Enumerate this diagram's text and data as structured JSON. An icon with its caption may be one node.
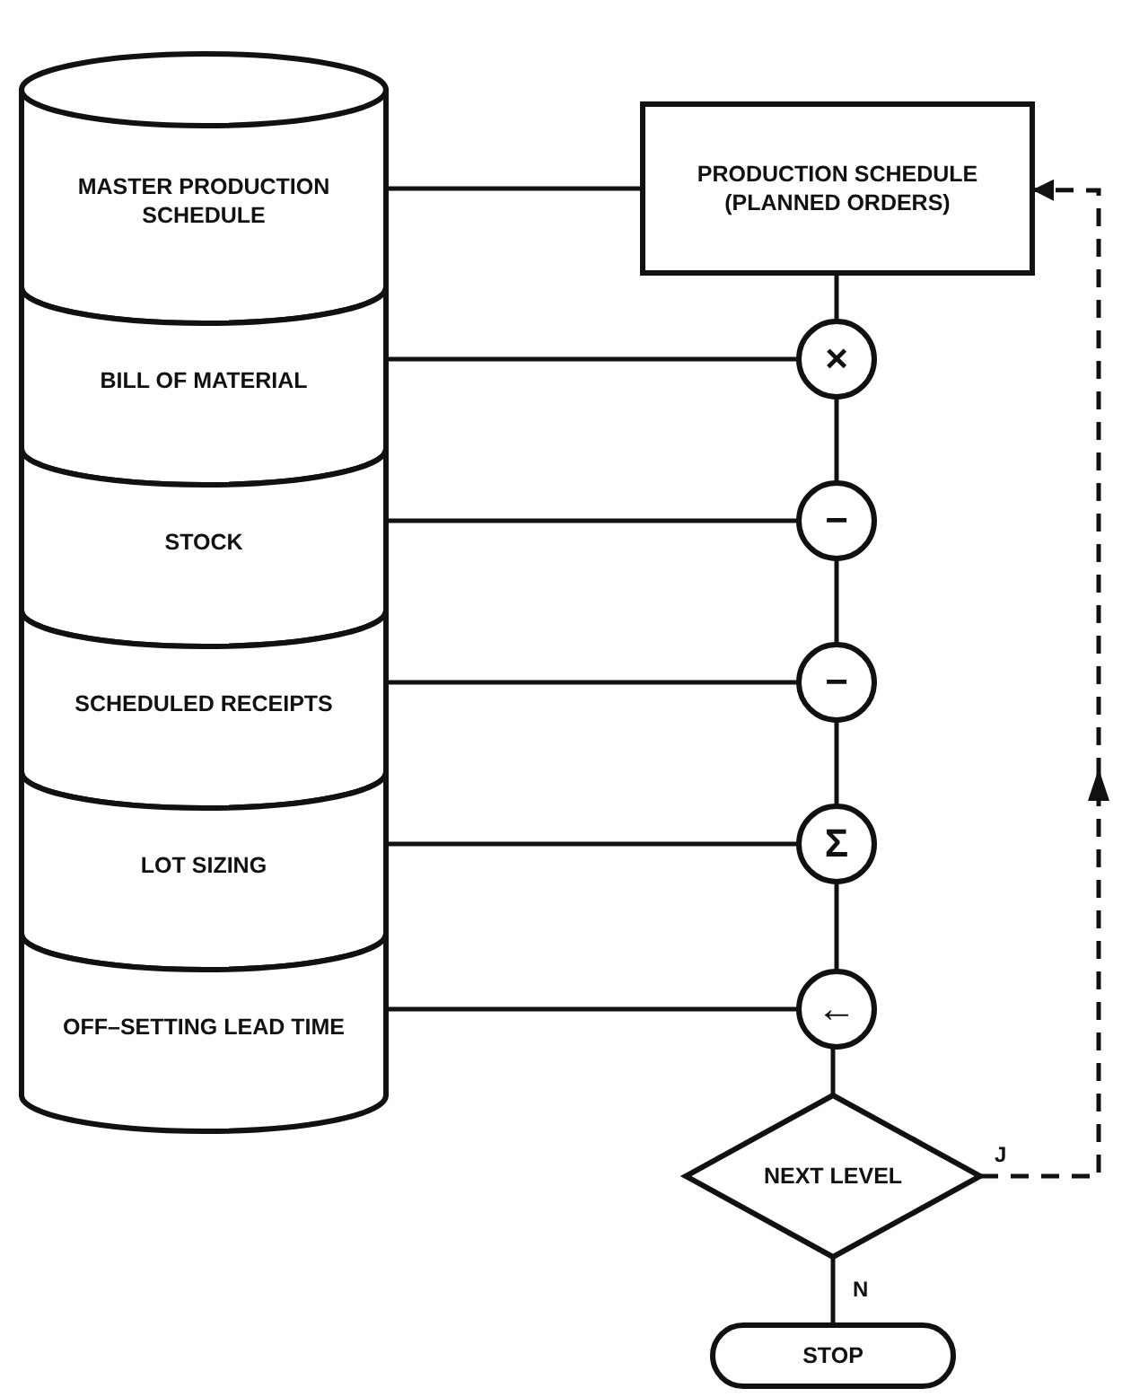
{
  "diagram": {
    "nodes": [
      {
        "text": [
          "MASTER PRODUCTION SCHEDULE"
        ]
      },
      {
        "text": [
          "BILL OF MATERIAL"
        ]
      },
      {
        "text": [
          "STOCK"
        ]
      },
      {
        "text": [
          "SCHEDULED RECEIPTS"
        ]
      },
      {
        "text": [
          "LOT SIZING"
        ]
      },
      {
        "text": [
          "OFF–SETTING LEAD TIME"
        ]
      },
      {
        "text": [
          "PRODUCTION SCHEDULE (PLANNED ORDERS)"
        ]
      },
      {
        "text": [
          "×"
        ]
      },
      {
        "text": [
          "−"
        ]
      },
      {
        "text": [
          "−"
        ]
      },
      {
        "text": [
          "Σ"
        ]
      },
      {
        "text": [
          "←"
        ]
      },
      {
        "text": [
          "NEXT LEVEL"
        ]
      },
      {
        "text": [
          "STOP"
        ]
      }
    ],
    "edges": [
      {
        "from": 0,
        "to": 6,
        "arrow": "none"
      },
      {
        "from": 1,
        "to": 7,
        "arrow": "none"
      },
      {
        "from": 2,
        "to": 8,
        "arrow": "none"
      },
      {
        "from": 3,
        "to": 9,
        "arrow": "none"
      },
      {
        "from": 4,
        "to": 10,
        "arrow": "none"
      },
      {
        "from": 5,
        "to": 11,
        "arrow": "none"
      },
      {
        "from": 6,
        "to": 7,
        "arrow": "none"
      },
      {
        "from": 7,
        "to": 8,
        "arrow": "none"
      },
      {
        "from": 8,
        "to": 9,
        "arrow": "none"
      },
      {
        "from": 9,
        "to": 10,
        "arrow": "none"
      },
      {
        "from": 10,
        "to": 11,
        "arrow": "none"
      },
      {
        "from": 11,
        "to": 12,
        "arrow": "none"
      },
      {
        "from": 12,
        "to": 13,
        "label": "N",
        "arrow": "none"
      },
      {
        "from": 12,
        "to": 6,
        "label": "J",
        "arrow": "to",
        "style": "dashed"
      }
    ]
  }
}
